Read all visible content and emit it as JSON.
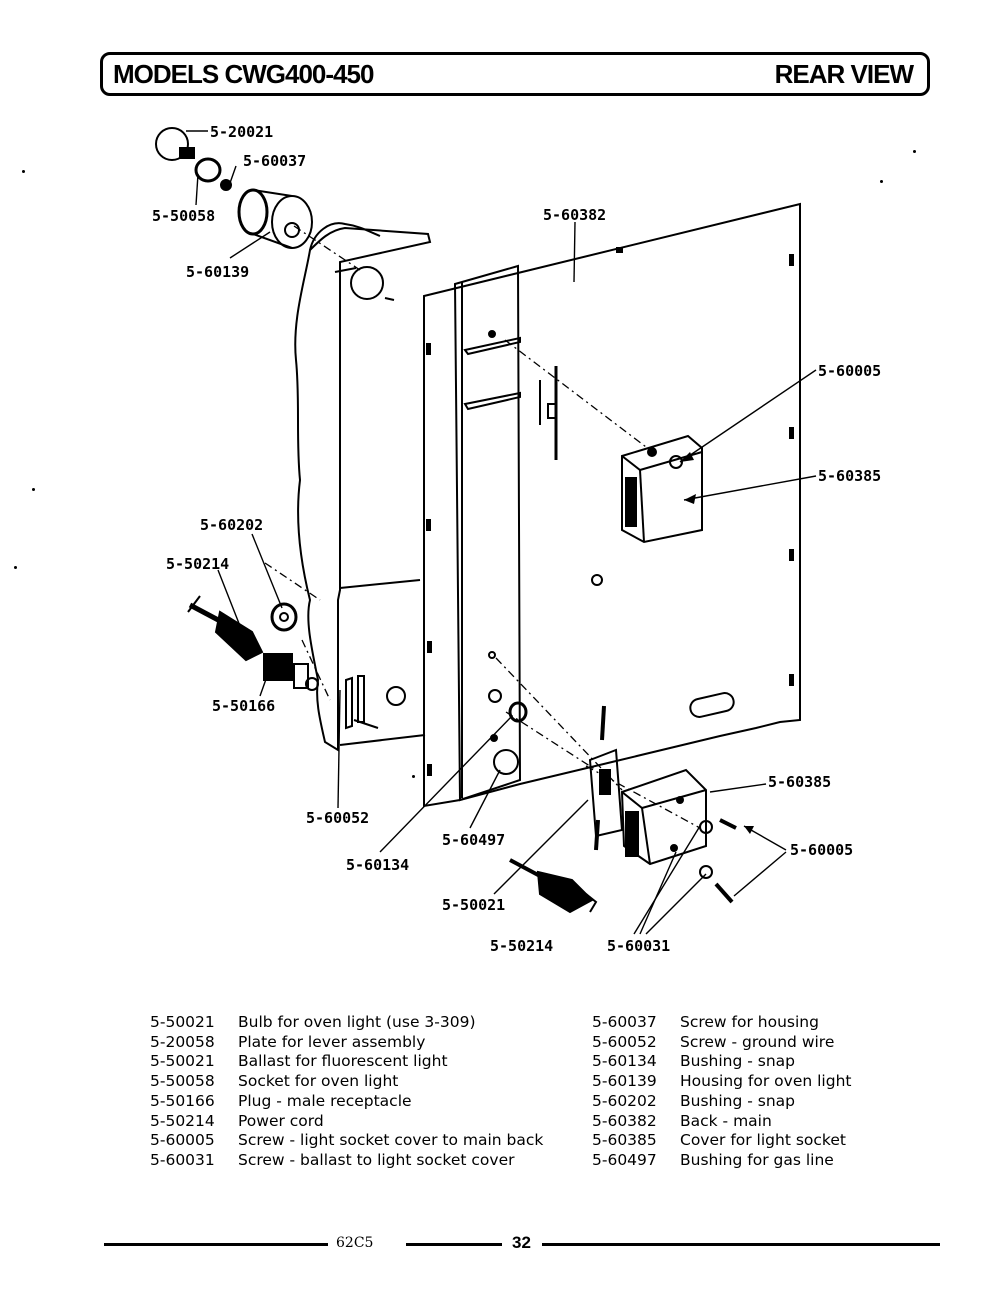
{
  "header": {
    "title": "MODELS CWG400-450",
    "view": "REAR VIEW"
  },
  "callouts": {
    "c1": "5-20021",
    "c2": "5-60037",
    "c3": "5-50058",
    "c4": "5-60139",
    "c5": "5-60382",
    "c6": "5-60005",
    "c7": "5-60385",
    "c8": "5-60202",
    "c9": "5-50214",
    "c10": "5-50166",
    "c11": "5-60052",
    "c12": "5-60134",
    "c13": "5-60497",
    "c14": "5-50021",
    "c15": "5-50214",
    "c16": "5-60031",
    "c17": "5-60385",
    "c18": "5-60005"
  },
  "legend_left": [
    {
      "num": "5-50021",
      "desc": "Bulb for oven light (use 3-309)"
    },
    {
      "num": "5-20058",
      "desc": "Plate for lever assembly"
    },
    {
      "num": "5-50021",
      "desc": "Ballast for fluorescent light"
    },
    {
      "num": "5-50058",
      "desc": "Socket for oven light"
    },
    {
      "num": "5-50166",
      "desc": "Plug - male receptacle"
    },
    {
      "num": "5-50214",
      "desc": "Power cord"
    },
    {
      "num": "5-60005",
      "desc": "Screw - light socket cover to main back"
    },
    {
      "num": "5-60031",
      "desc": "Screw - ballast to light socket cover"
    }
  ],
  "legend_right": [
    {
      "num": "5-60037",
      "desc": "Screw for housing"
    },
    {
      "num": "5-60052",
      "desc": "Screw - ground wire"
    },
    {
      "num": "5-60134",
      "desc": "Bushing - snap"
    },
    {
      "num": "5-60139",
      "desc": "Housing for oven light"
    },
    {
      "num": "5-60202",
      "desc": "Bushing - snap"
    },
    {
      "num": "5-60382",
      "desc": "Back - main"
    },
    {
      "num": "5-60385",
      "desc": "Cover for light socket"
    },
    {
      "num": "5-60497",
      "desc": "Bushing for gas line"
    }
  ],
  "footer": {
    "code": "62C5",
    "page": "32"
  }
}
